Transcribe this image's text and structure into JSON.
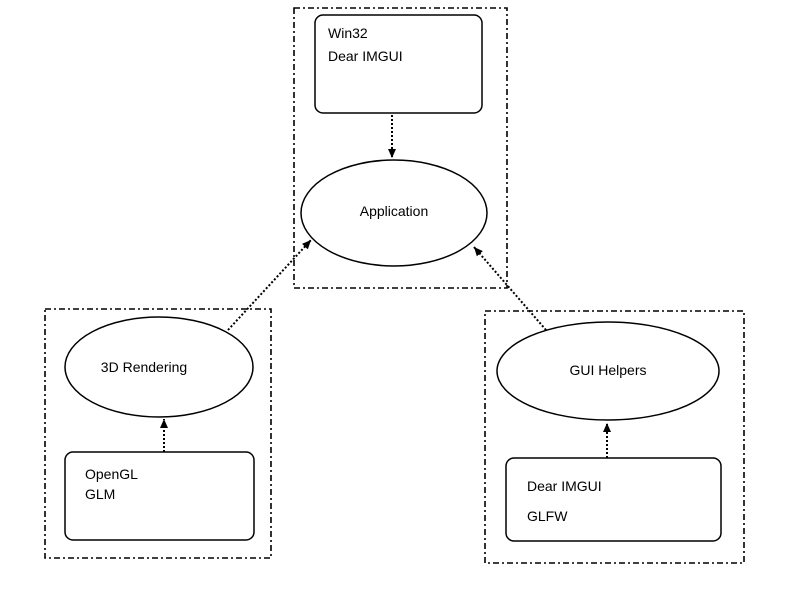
{
  "nodes": {
    "application": {
      "label": "Application"
    },
    "rendering_3d": {
      "label": "3D Rendering"
    },
    "gui_helpers": {
      "label": "GUI Helpers"
    }
  },
  "libraries": {
    "top": {
      "lines": [
        "Win32",
        "Dear IMGUI"
      ]
    },
    "left": {
      "lines": [
        "OpenGL",
        "GLM"
      ]
    },
    "right": {
      "lines": [
        "Dear IMGUI",
        "GLFW"
      ]
    }
  },
  "edges": [
    {
      "from": "top-libraries",
      "to": "Application",
      "style": "dotted"
    },
    {
      "from": "3D Rendering",
      "to": "Application",
      "style": "dotted"
    },
    {
      "from": "GUI Helpers",
      "to": "Application",
      "style": "dotted"
    },
    {
      "from": "left-libraries",
      "to": "3D Rendering",
      "style": "dotted"
    },
    {
      "from": "right-libraries",
      "to": "GUI Helpers",
      "style": "dotted"
    }
  ],
  "colors": {
    "stroke": "#000000",
    "background": "#ffffff"
  }
}
